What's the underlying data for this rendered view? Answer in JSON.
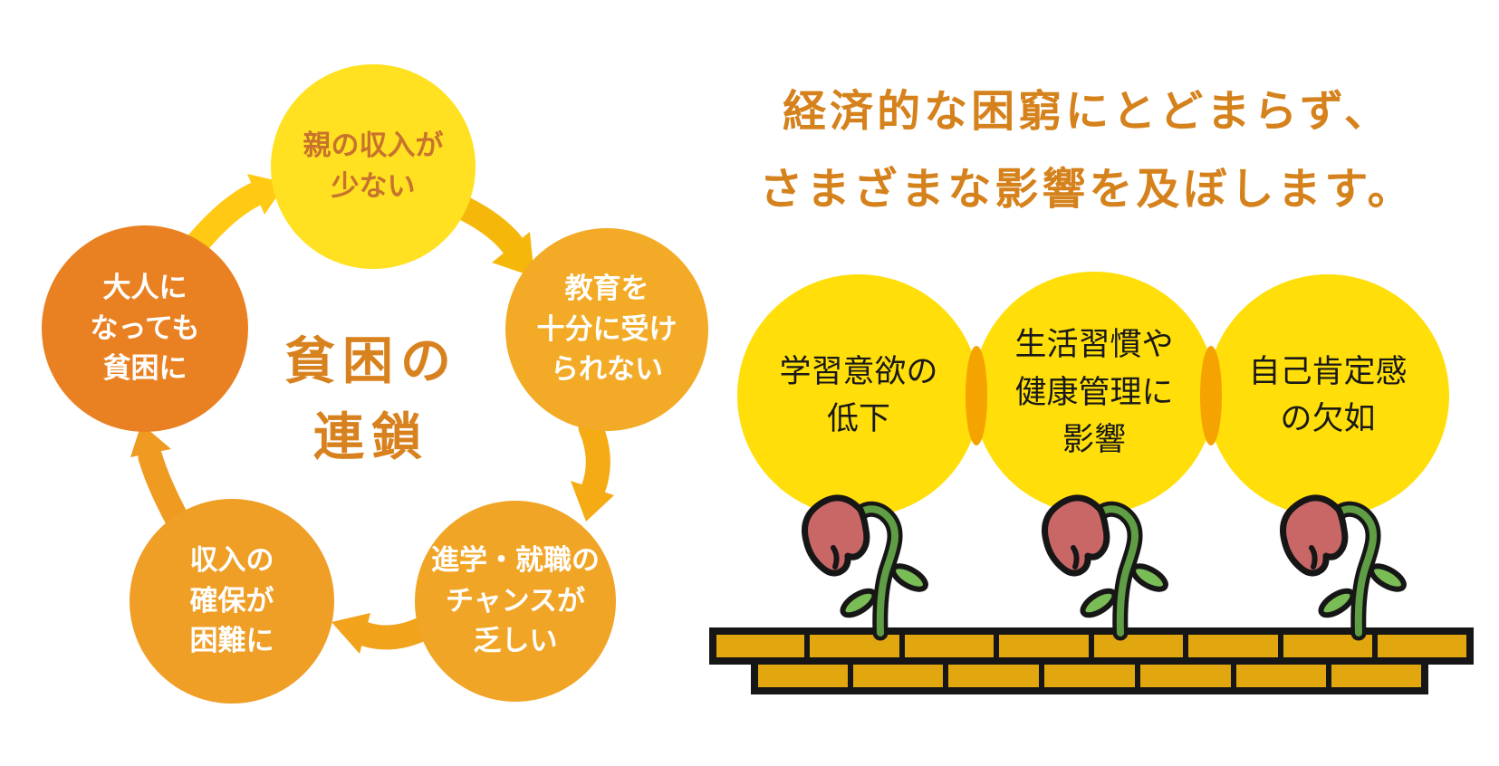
{
  "left_diagram": {
    "center_label": "貧困の\n連鎖",
    "nodes": [
      {
        "id": "parent-income",
        "label": "親の収入が\n少ない",
        "fill": "#FFE121",
        "text_color": "#C8732D"
      },
      {
        "id": "education",
        "label": "教育を\n十分に受け\nられない",
        "fill": "#F3AA26",
        "text_color": "#FFFFFF"
      },
      {
        "id": "chance",
        "label": "進学・就職の\nチャンスが\n乏しい",
        "fill": "#F1A526",
        "text_color": "#FFFFFF"
      },
      {
        "id": "income-secure",
        "label": "収入の\n確保が\n困難に",
        "fill": "#EF9E26",
        "text_color": "#FFFFFF"
      },
      {
        "id": "adult-poverty",
        "label": "大人に\nなっても\n貧困に",
        "fill": "#E98122",
        "text_color": "#FFFFFF"
      }
    ]
  },
  "right_panel": {
    "title_line1": "経済的な困窮にとどまらず、",
    "title_line2": "さまざまな影響を及ぼします。",
    "impacts": [
      {
        "id": "learning-motivation",
        "label": "学習意欲の\n低下"
      },
      {
        "id": "lifestyle-health",
        "label": "生活習慣や\n健康管理に\n影響"
      },
      {
        "id": "self-esteem",
        "label": "自己肯定感\nの欠如"
      }
    ]
  },
  "colors": {
    "title": "#D5821C",
    "center_label": "#D8821F",
    "arrow1": "#F6B70B",
    "arrow2": "#F4AB14",
    "arrow3": "#F1A31C",
    "arrow4": "#EF9B22",
    "arrow5": "#FFC914",
    "impact_circle": "#FFDE0A",
    "impact_text": "#181818",
    "circle_overlap": "#F5A300",
    "brick": "#E2A60F",
    "flower_petal": "#C96767",
    "flower_stem": "#5F9E44",
    "flower_leaf": "#7ABD57",
    "outline": "#161616"
  }
}
